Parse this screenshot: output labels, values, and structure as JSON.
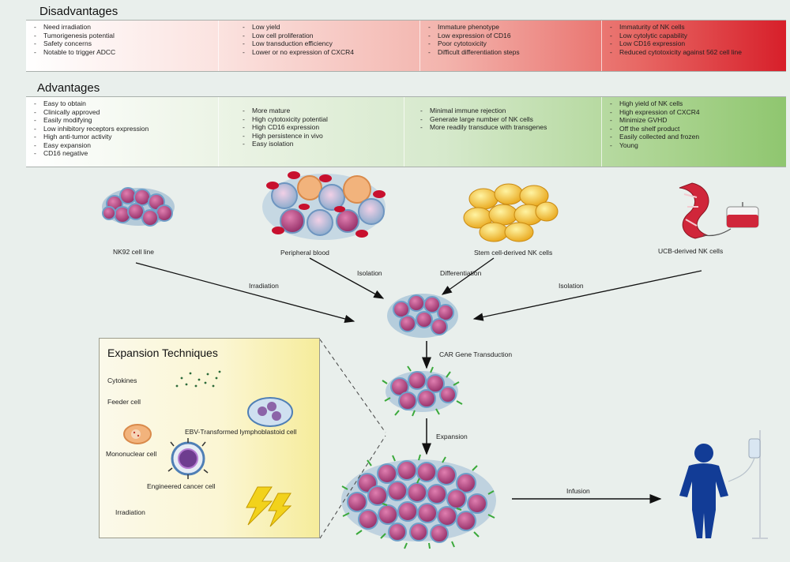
{
  "disadvantages": {
    "title": "Disadvantages",
    "columns": [
      [
        "Need irradiation",
        "Tumorigenesis potential",
        "Safety concerns",
        "Notable to trigger ADCC"
      ],
      [
        "Low yield",
        "Low cell proliferation",
        "Low transduction efficiency",
        "Lower or no expression of CXCR4"
      ],
      [
        "Immature phenotype",
        "Low expression of CD16",
        "Poor cytotoxicity",
        "Difficult differentiation steps"
      ],
      [
        "Immaturity of NK cells",
        "Low cytolytic capability",
        "Low CD16 expression",
        "Reduced cytotoxicity against 562 cell line"
      ]
    ]
  },
  "advantages": {
    "title": "Advantages",
    "columns": [
      [
        "Easy to obtain",
        "Clinically approved",
        "Easily modifying",
        "Low inhibitory receptors expression",
        "High anti-tumor activity",
        "Easy expansion",
        "CD16 negative"
      ],
      [
        "More mature",
        "High cytotoxicity potential",
        "High CD16 expression",
        "High persistence in vivo",
        "Easy isolation"
      ],
      [
        "Minimal immune rejection",
        "Generate large number of NK cells",
        "More readily transduce with transgenes"
      ],
      [
        "High yield of NK cells",
        "High expression of CXCR4",
        "Minimize GVHD",
        "Off the shelf product",
        "Easily collected and frozen",
        "Young"
      ]
    ]
  },
  "sources": {
    "nk92": "NK92 cell line",
    "peripheral": "Peripheral blood",
    "stem": "Stem cell-derived NK cells",
    "ucb": "UCB-derived NK cells"
  },
  "arrows": {
    "irradiation": "Irradiation",
    "isolation1": "Isolation",
    "differentiation": "Differentiation",
    "isolation2": "Isolation",
    "car": "CAR Gene Transduction",
    "expansion": "Expansion",
    "infusion": "Infusion"
  },
  "expansion_techniques": {
    "title": "Expansion Techniques",
    "cytokines": "Cytokines",
    "feeder": "Feeder cell",
    "ebv": "EBV-Transformed lymphoblastoid cell",
    "mononuclear": "Mononuclear cell",
    "engineered": "Engineered cancer cell",
    "irradiation": "Irradiation"
  },
  "colors": {
    "disadvantage_red": "#d71f2a",
    "advantage_green": "#8fc66f",
    "nk_cell": "#b23a78",
    "human_silhouette": "#123c96"
  }
}
